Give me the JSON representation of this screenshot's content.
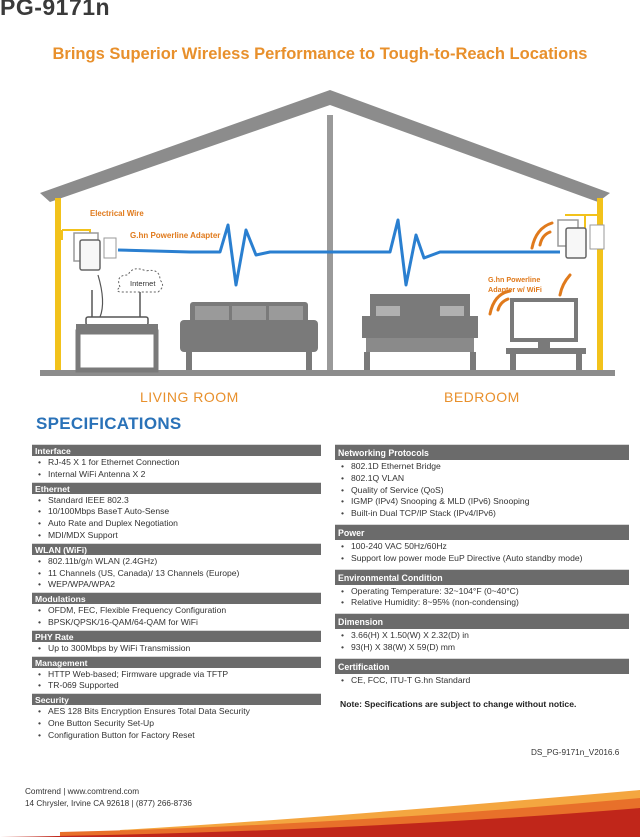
{
  "header": {
    "product_name": "PG-9171n",
    "tagline": "Brings Superior Wireless Performance to Tough-to-Reach Locations"
  },
  "diagram": {
    "labels": {
      "electrical_wire": "Electrical Wire",
      "ghn_adapter": "G.hn Powerline Adapter",
      "internet": "Internet",
      "ghn_adapter_wifi_line1": "G.hn Powerline",
      "ghn_adapter_wifi_line2": "Adapter w/ WiFi"
    },
    "rooms": {
      "living": "LIVING ROOM",
      "bedroom": "BEDROOM"
    },
    "colors": {
      "roof": "#8c8c8c",
      "wire": "#f2c21b",
      "signal": "#2a7fd0",
      "furniture": "#7a7a7a",
      "wifi_waves": "#e07a1c"
    }
  },
  "specs": {
    "heading": "SPECIFICATIONS",
    "left": [
      {
        "title": "Interface",
        "items": [
          "RJ-45 X 1 for Ethernet Connection",
          "Internal WiFi Antenna X 2"
        ]
      },
      {
        "title": "Ethernet",
        "items": [
          "Standard IEEE 802.3",
          "10/100Mbps BaseT Auto-Sense",
          "Auto Rate and Duplex Negotiation",
          "MDI/MDX Support"
        ]
      },
      {
        "title": "WLAN (WiFi)",
        "items": [
          "802.11b/g/n WLAN (2.4GHz)",
          "11 Channels (US, Canada)/ 13 Channels (Europe)",
          "WEP/WPA/WPA2"
        ]
      },
      {
        "title": "Modulations",
        "items": [
          "OFDM, FEC, Flexible Frequency Configuration",
          "BPSK/QPSK/16-QAM/64-QAM for WiFi"
        ]
      },
      {
        "title": "PHY Rate",
        "items": [
          "Up to 300Mbps by WiFi Transmission"
        ]
      },
      {
        "title": "Management",
        "items": [
          "HTTP Web-based; Firmware upgrade via TFTP",
          "TR-069 Supported"
        ]
      },
      {
        "title": "Security",
        "items": [
          "AES 128 Bits Encryption Ensures Total Data Security",
          "One Button Security Set-Up",
          "Configuration Button for Factory Reset"
        ]
      }
    ],
    "right": [
      {
        "title": "Networking Protocols",
        "items": [
          "802.1D Ethernet Bridge",
          "802.1Q VLAN",
          "Quality of Service (QoS)",
          "IGMP (IPv4) Snooping & MLD (IPv6) Snooping",
          "Built-in Dual TCP/IP Stack (IPv4/IPv6)"
        ]
      },
      {
        "title": "Power",
        "items": [
          "100-240 VAC 50Hz/60Hz",
          "Support low power mode EuP Directive (Auto standby mode)"
        ]
      },
      {
        "title": "Environmental Condition",
        "items": [
          "Operating Temperature: 32~104°F (0~40°C)",
          "Relative Humidity: 8~95% (non-condensing)"
        ]
      },
      {
        "title": "Dimension",
        "items": [
          "3.66(H) X 1.50(W) X 2.32(D) in",
          "93(H) X 38(W) X 59(D) mm"
        ]
      },
      {
        "title": "Certification",
        "items": [
          "CE, FCC, ITU-T G.hn Standard"
        ]
      }
    ],
    "note": "Note: Specifications are subject to change without notice."
  },
  "doc_id": "DS_PG-9171n_V2016.6",
  "footer": {
    "company": "Comtrend | www.comtrend.com",
    "address": "14 Chrysler, Irvine CA 92618 | (877) 266-8736",
    "swoosh_colors": [
      "#c0261a",
      "#e8702a",
      "#f4a640"
    ]
  }
}
